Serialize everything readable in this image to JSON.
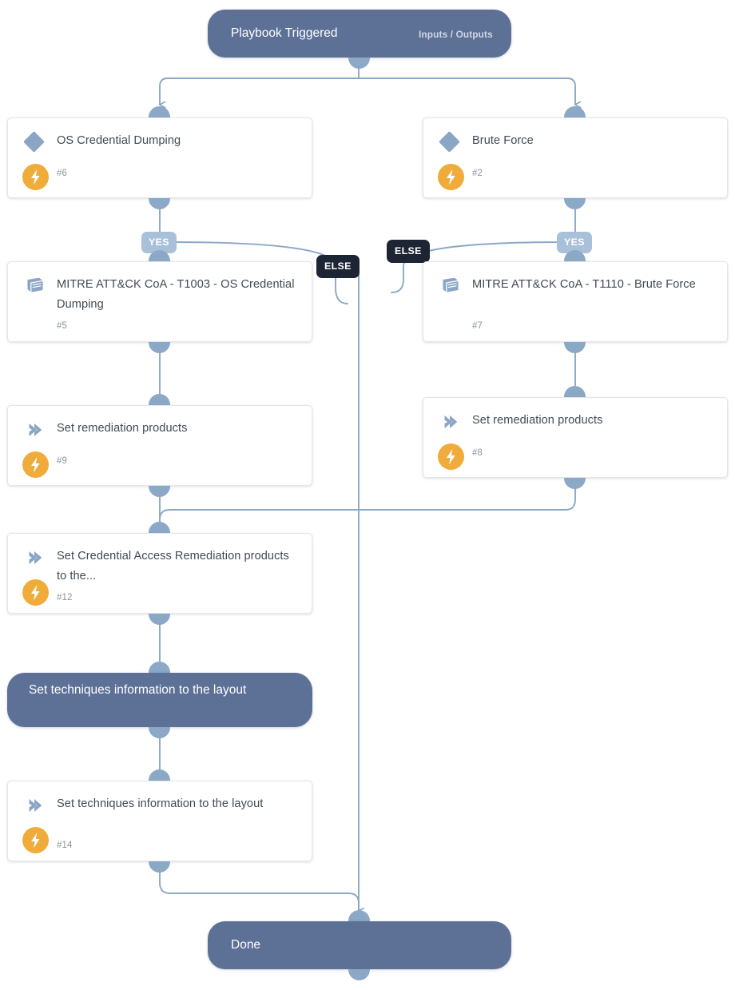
{
  "diagram": {
    "type": "playbook-workflow",
    "colors": {
      "pill": "#5d7096",
      "card_bg": "#ffffff",
      "edge": "#8ba9c6",
      "port": "#8ba9c6",
      "bolt_badge": "#efac3a",
      "diamond_icon": "#8ba5c4",
      "yes_label": "#a8c0d8",
      "else_label": "#1d2433",
      "canvas": "#ffffff"
    }
  },
  "start": {
    "label": "Playbook Triggered",
    "sublabel": "Inputs / Outputs"
  },
  "end": {
    "label": "Done"
  },
  "section": {
    "label": "Set techniques information to the layout"
  },
  "nodes": [
    {
      "id": "6",
      "title": "OS Credential Dumping",
      "number": "#6",
      "icon": "condition-diamond-icon",
      "badge": "automation-bolt-icon"
    },
    {
      "id": "2",
      "title": "Brute Force",
      "number": "#2",
      "icon": "condition-diamond-icon",
      "badge": "automation-bolt-icon"
    },
    {
      "id": "5",
      "title": "MITRE ATT&CK CoA - T1003 - OS Credential Dumping",
      "number": "#5",
      "icon": "playbook-book-icon",
      "badge": null
    },
    {
      "id": "7",
      "title": "MITRE ATT&CK CoA - T1110 - Brute Force",
      "number": "#7",
      "icon": "playbook-book-icon",
      "badge": null
    },
    {
      "id": "9",
      "title": "Set remediation products",
      "number": "#9",
      "icon": "task-chevron-icon",
      "badge": "automation-bolt-icon"
    },
    {
      "id": "8",
      "title": "Set remediation products",
      "number": "#8",
      "icon": "task-chevron-icon",
      "badge": "automation-bolt-icon"
    },
    {
      "id": "12",
      "title": "Set Credential Access Remediation products to the...",
      "number": "#12",
      "icon": "task-chevron-icon",
      "badge": "automation-bolt-icon"
    },
    {
      "id": "14",
      "title": "Set techniques information to the layout",
      "number": "#14",
      "icon": "task-chevron-icon",
      "badge": "automation-bolt-icon"
    }
  ],
  "branch_labels": {
    "yes_left": "YES",
    "yes_right": "YES",
    "else_left": "ELSE",
    "else_right": "ELSE"
  }
}
